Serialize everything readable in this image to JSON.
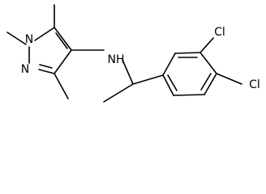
{
  "molecule": {
    "atoms": {
      "pyrazole_n1": "N",
      "pyrazole_n2": "N",
      "amine_n": "NH",
      "chlorine_top": "Cl",
      "chlorine_right": "Cl"
    },
    "colors": {
      "bond": "#000000",
      "text": "#000000",
      "background": "#ffffff"
    }
  }
}
